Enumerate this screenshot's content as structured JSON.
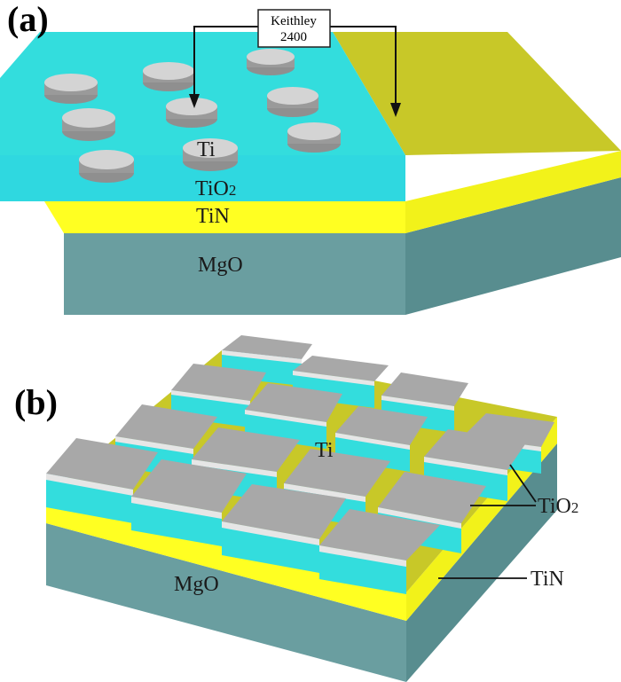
{
  "panel_a": {
    "tag": "(a)",
    "instrument_line1": "Keithley",
    "instrument_line2": "2400",
    "electrode_label": "Ti",
    "oxide_label_main": "TiO",
    "oxide_label_sub": "2",
    "bottom_electrode_label": "TiN",
    "substrate_label": "MgO"
  },
  "panel_b": {
    "tag": "(b)",
    "electrode_label": "Ti",
    "oxide_label_main": "TiO",
    "oxide_label_sub": "2",
    "bottom_electrode_label": "TiN",
    "substrate_label": "MgO"
  },
  "colors": {
    "substrate": "#5f9ea0",
    "tin": "#ffff22",
    "tio2": "#33dddd",
    "tin_top": "#c8c828",
    "ti": "#aaaaaa"
  }
}
